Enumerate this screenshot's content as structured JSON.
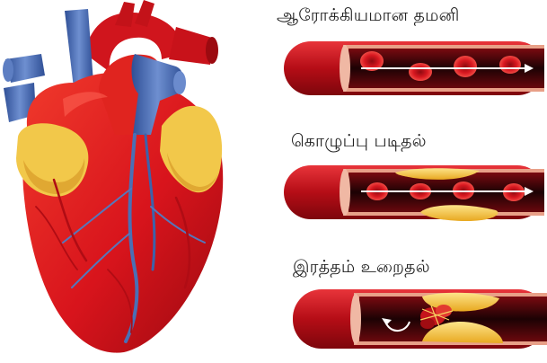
{
  "labels": {
    "healthy_artery": "ஆரோக்கியமான தமனி",
    "plaque_buildup": "கொழுப்பு படிதல்",
    "blood_clot": "இரத்தம் உறைதல்"
  },
  "colors": {
    "artery_wall": "#c8101a",
    "artery_lumen": "#3a0508",
    "blood_cell": "#d81820",
    "plaque": "#f5c13c",
    "vein_blue": "#4a6fb5",
    "heart_red": "#d8141c",
    "fat_yellow": "#f2c84a"
  },
  "icons": [
    "heart-illustration",
    "artery-healthy",
    "artery-plaque",
    "artery-clot",
    "flow-arrow",
    "backflow-arrow"
  ]
}
